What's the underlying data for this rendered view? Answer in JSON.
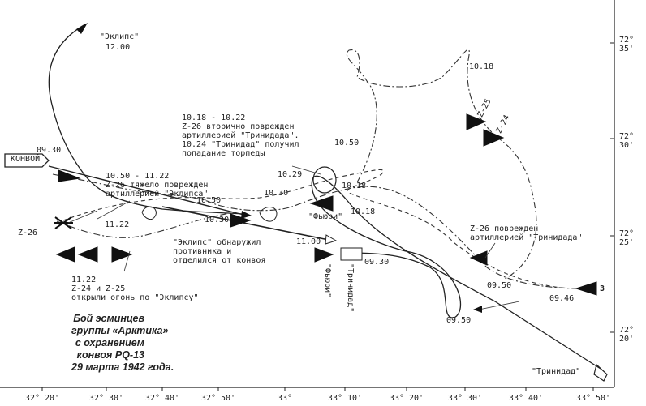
{
  "caption": "Бой эсминцев\nгруппы «Арктика»\nс охранением\nконвоя PQ-13\n29 марта 1942 года.",
  "latitude_labels": [
    "72° 35'",
    "72° 30'",
    "72° 25'",
    "72° 20'"
  ],
  "longitude_labels": [
    "32° 20'",
    "32° 30'",
    "32° 40'",
    "32° 50'",
    "33°",
    "33° 10'",
    "33° 20'",
    "33° 30'",
    "33° 40'",
    "33° 50'"
  ],
  "labels": {
    "eclipse_top": "\"Эклипс\"",
    "eclipse_time": "12.00",
    "convoy": "КОНВОЙ",
    "t_0930_convoy": "09.30",
    "note_z26_heavy": "10.50 - 11.22\nZ-26 тяжело поврежден\nартиллерией \"Эклипса\"",
    "note_z26_second": "10.18 - 10.22\nZ-26 вторично поврежден\nартиллерией \"Тринидада\".\n10.24 \"Тринидад\" получил\nпопадание торпеды",
    "t_1050_top": "10.50",
    "t_1029": "10.29",
    "t_1018_a": "10.18",
    "t_1018_b": "10.18",
    "t_1018_top": "10.18",
    "t_1030_a": "10.30",
    "t_1030_b": "10.30",
    "t_1050_mid": "10.50",
    "t_1122": "11.22",
    "z26_left": "Z-26",
    "fury_mid": "\"Фьюри\"",
    "note_eclipse_detect": "\"Эклипс\" обнаружил\nпротивника и\nотделился от конвоя",
    "t_1100": "11.00",
    "note_z24_z25": "11.22\nZ-24 и Z-25\nоткрыли огонь по \"Эклипсу\"",
    "fury_vert": "\"Фьюри\"",
    "trinidad_vert": "\"Тринидад\"",
    "t_0930_trin": "09.30",
    "z25_label": "Z-25",
    "z24_label": "Z-24",
    "note_z26_trinidad": "Z-26 поврежден\nартиллерией \"Тринидада\"",
    "t_0950_a": "09.50",
    "t_0950_b": "09.50",
    "t_0946": "09.46",
    "group3": "3",
    "trinidad_bottom": "\"Тринидад\""
  }
}
